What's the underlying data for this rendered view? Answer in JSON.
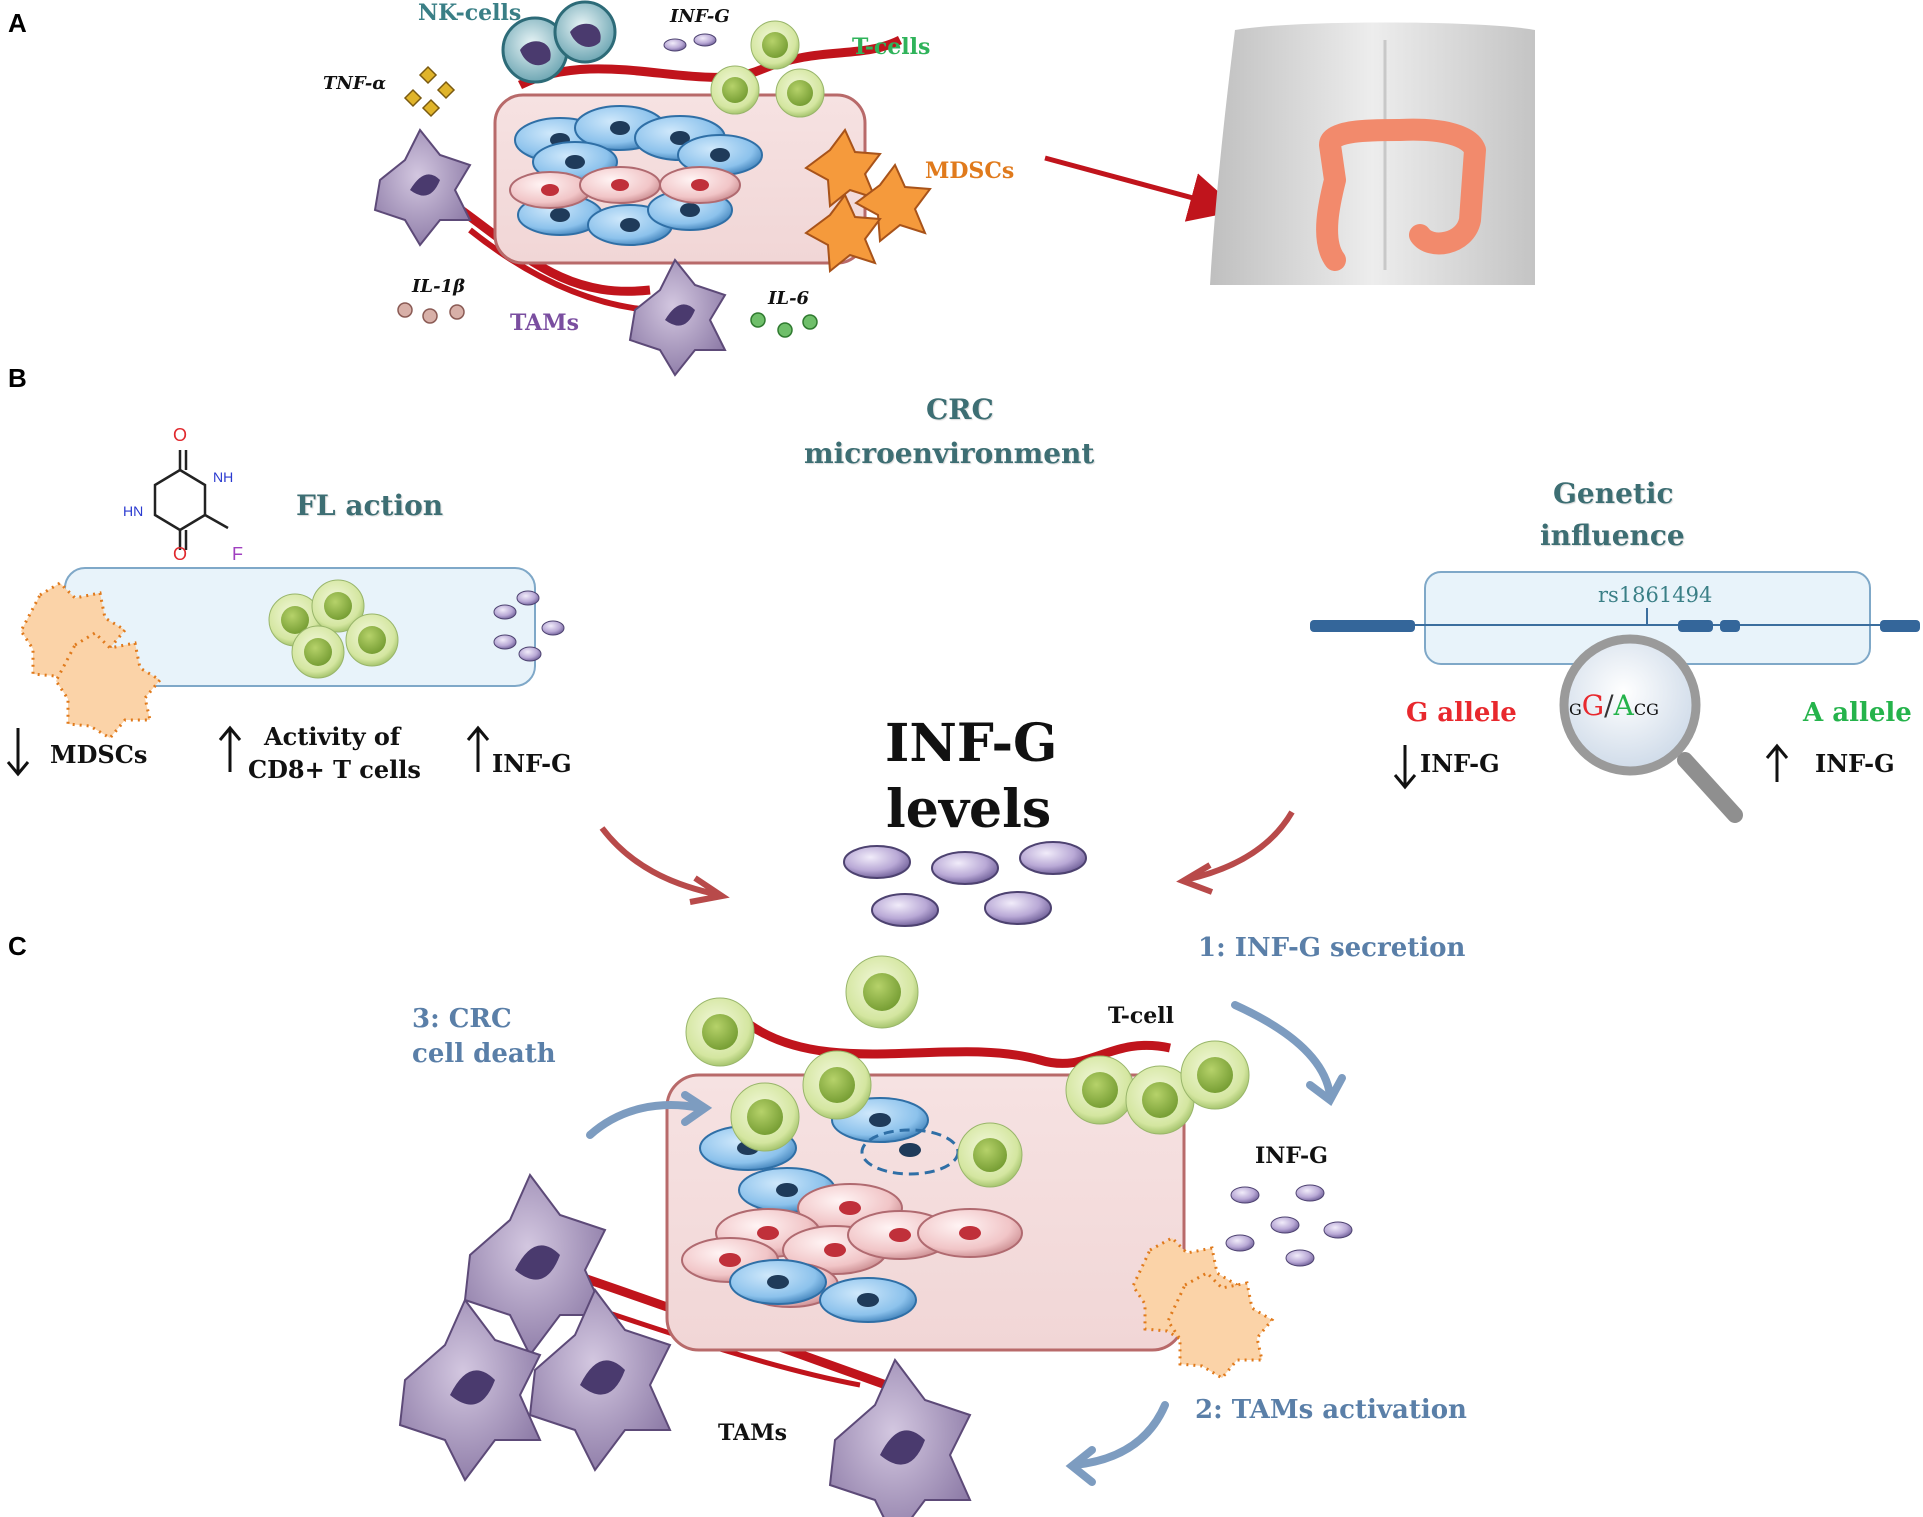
{
  "panels": {
    "a": "A",
    "b": "B",
    "c": "C"
  },
  "panel_a": {
    "nk_cells": "NK-cells",
    "inf_g": "INF-G",
    "t_cells": "T-cells",
    "tnf_alpha": "TNF-α",
    "mdscs": "MDSCs",
    "il_1b": "IL-1β",
    "tams": "TAMs",
    "il_6": "IL-6"
  },
  "panel_b": {
    "crc_line1": "CRC",
    "crc_line2": "microenvironment",
    "fl_action": "FL action",
    "mol": {
      "o_top": "O",
      "nh_right": "NH",
      "hn_left": "HN",
      "o_bottom": "O",
      "f": "F"
    },
    "mdscs": "MDSCs",
    "activity_line1": "Activity of",
    "activity_line2": "CD8+ T cells",
    "inf_g_up": "INF-G",
    "genetic_line1": "Genetic",
    "genetic_line2": "influence",
    "snp": "rs1861494",
    "g_allele": "G allele",
    "a_allele": "A allele",
    "g_inf": "INF-G",
    "a_inf": "INF-G",
    "seq": {
      "p1": "G",
      "p2": "G",
      "p3": "/",
      "p4": "A",
      "p5": "C",
      "p6": "G"
    },
    "levels_line1": "INF-G",
    "levels_line2": "levels"
  },
  "panel_c": {
    "step1": "1: INF-G secretion",
    "step3_line1": "3: CRC",
    "step3_line2": "cell death",
    "t_cell": "T-cell",
    "inf_g": "INF-G",
    "tams": "TAMs",
    "step2": "2: TAMs activation"
  },
  "colors": {
    "teal_label": "#3a7f86",
    "t_cell_green": "#2fb35a",
    "mdsc_orange": "#e07a1c",
    "tam_purple": "#7a4ea0",
    "step_blue": "#5a7fa8",
    "vessel_red": "#c0141c",
    "g_allele_red": "#e8282d",
    "a_allele_green": "#25b34b"
  },
  "icons": [
    "arrow-down-icon",
    "arrow-up-icon",
    "magnifier-icon",
    "body-silhouette-icon",
    "colon-icon"
  ]
}
